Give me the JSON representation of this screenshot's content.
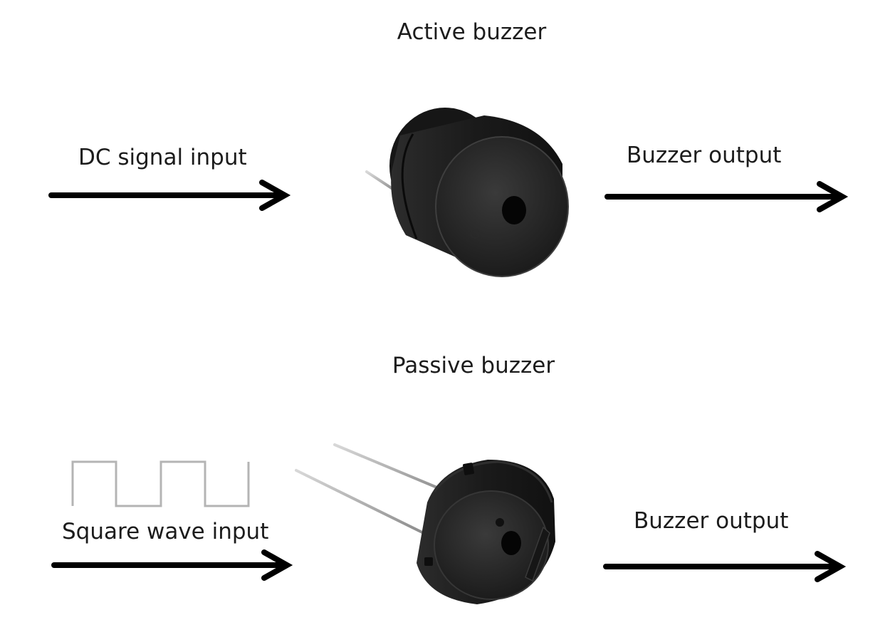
{
  "diagram": {
    "sections": [
      {
        "title": "Active buzzer",
        "input_label": "DC signal input",
        "output_label": "Buzzer output",
        "device_icon": "active-buzzer-icon",
        "signal_icon": ""
      },
      {
        "title": "Passive buzzer",
        "input_label": "Square wave input",
        "output_label": "Buzzer output",
        "device_icon": "passive-buzzer-icon",
        "signal_icon": "square-wave-icon"
      }
    ],
    "colors": {
      "text": "#1c1c1c",
      "arrow": "#000000",
      "square_wave": "#b4b4b4",
      "buzzer_body": "#1e1e1e",
      "pin": "#b0b0b0"
    }
  }
}
